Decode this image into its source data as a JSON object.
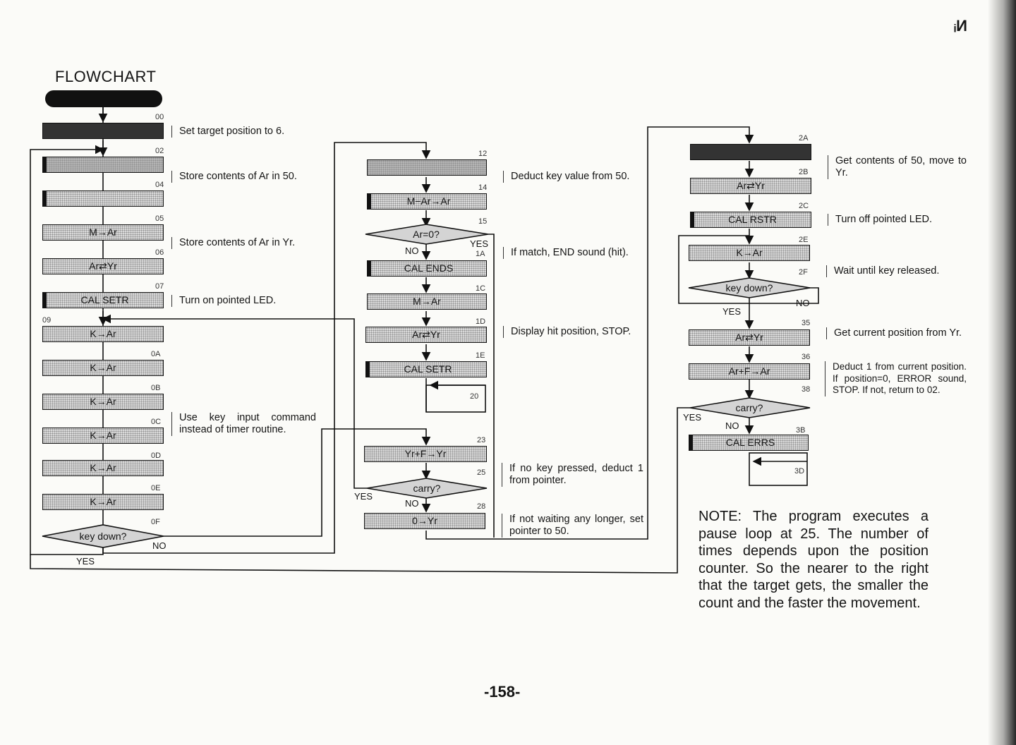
{
  "title": "FLOWCHART",
  "page_number": "-158-",
  "corner_text": "ᵢИ",
  "note": "NOTE: The program executes a pause loop at 25. The number of times depends upon the position counter. So the nearer to the right that the target gets, the smaller the count and the faster the movement.",
  "col1": {
    "addrs": [
      "00",
      "02",
      "04",
      "05",
      "06",
      "07",
      "09",
      "0A",
      "0B",
      "0C",
      "0D",
      "0E",
      "0F"
    ],
    "boxes": [
      "",
      "",
      "",
      "M→Ar",
      "Ar⇄Yr",
      "CAL SETR",
      "K→Ar",
      "K→Ar",
      "K→Ar",
      "K→Ar",
      "K→Ar",
      "K→Ar"
    ],
    "decision": "key down?",
    "yes": "YES",
    "no": "NO",
    "notes": [
      "Set target position to 6.",
      "Store contents of Ar in 50.",
      "Store contents of Ar in Yr.",
      "Turn on pointed LED.",
      "Use key input command instead of timer routine."
    ]
  },
  "col2": {
    "addrs": [
      "12",
      "14",
      "15",
      "1A",
      "1C",
      "1D",
      "1E",
      "20",
      "23",
      "25",
      "28"
    ],
    "boxes": [
      "",
      "M−Ar→Ar",
      "CAL ENDS",
      "M→Ar",
      "Ar⇄Yr",
      "CAL SETR",
      "Yr+F→Yr",
      "0→Yr"
    ],
    "decision1": "Ar=0?",
    "decision2": "carry?",
    "yes": "YES",
    "no": "NO",
    "notes": [
      "Deduct key value from 50.",
      "If match, END sound (hit).",
      "Display hit position, STOP.",
      "If no key pressed, deduct 1 from pointer.",
      "If not waiting any longer, set pointer to 50."
    ]
  },
  "col3": {
    "addrs": [
      "2A",
      "2B",
      "2C",
      "2E",
      "2F",
      "35",
      "36",
      "38",
      "3B",
      "3D"
    ],
    "boxes": [
      "",
      "Ar⇄Yr",
      "CAL RSTR",
      "K→Ar",
      "Ar⇄Yr",
      "Ar+F→Ar",
      "CAL ERRS"
    ],
    "decision1": "key down?",
    "decision2": "carry?",
    "yes": "YES",
    "no": "NO",
    "notes": [
      "Get contents of 50, move to Yr.",
      "Turn off pointed LED.",
      "Wait until key released.",
      "Get current position from Yr.",
      "Deduct 1 from current position. If position=0, ERROR sound, STOP. If not, return to 02."
    ]
  }
}
